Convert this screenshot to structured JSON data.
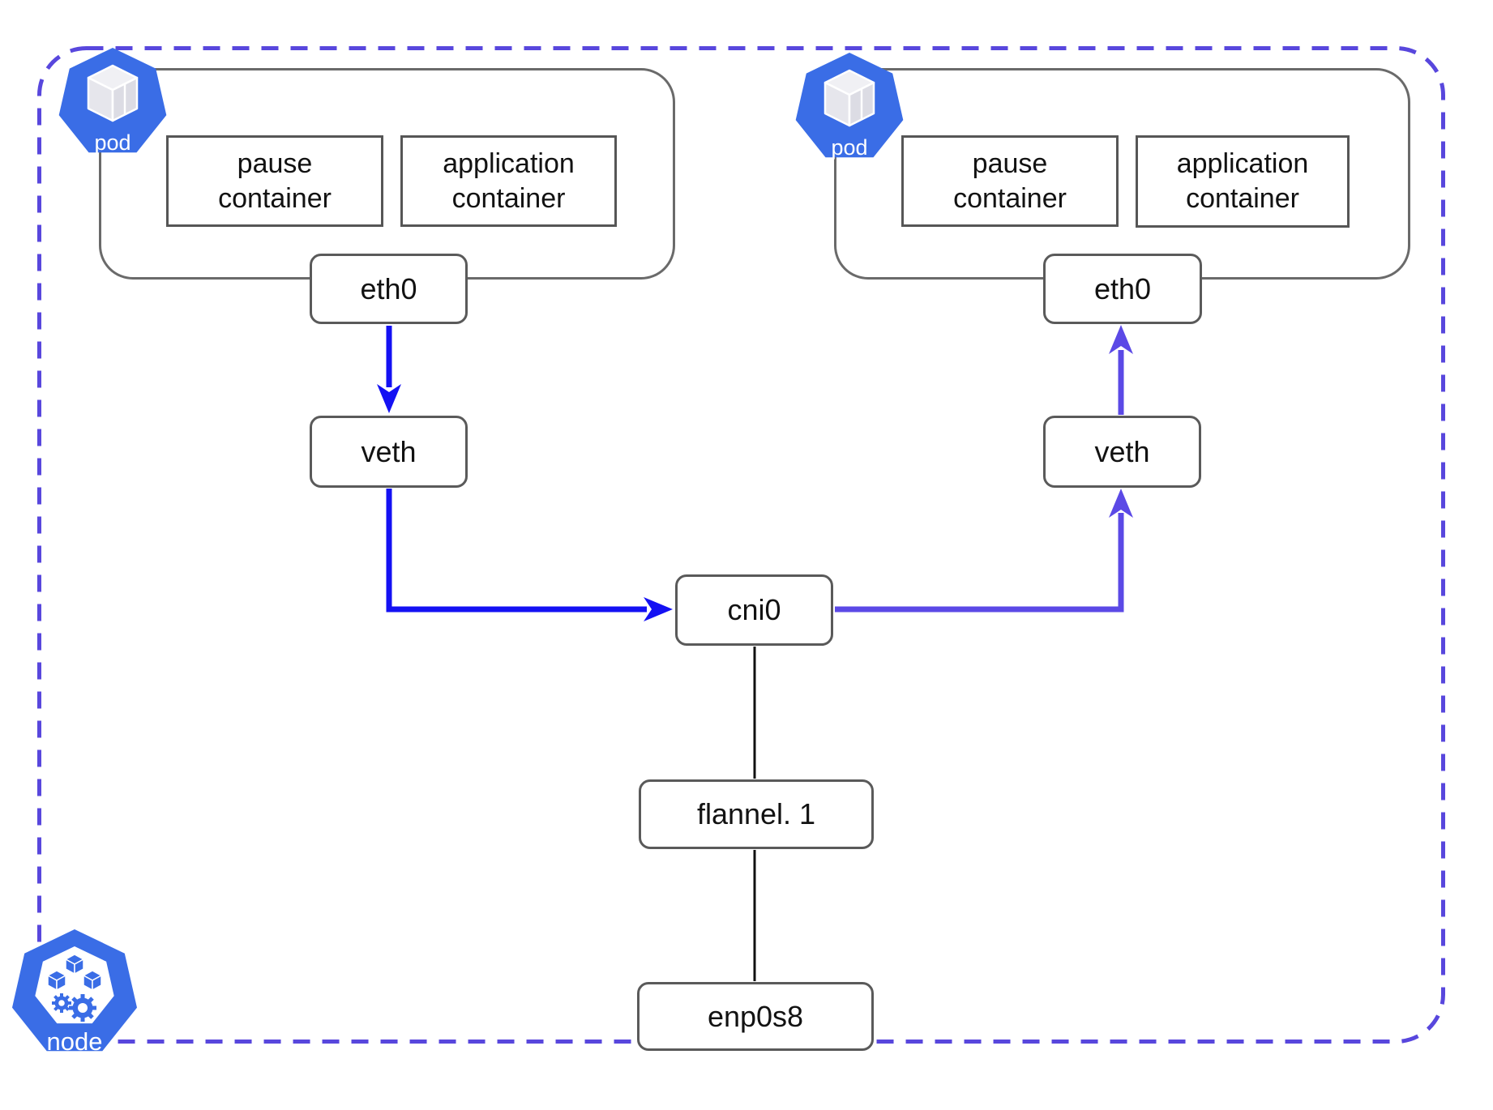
{
  "diagram": {
    "title_semantic": "kubernetes pod networking on a node",
    "node": {
      "icon_label": "node"
    },
    "pods": [
      {
        "icon_label": "pod",
        "containers": [
          {
            "label": "pause container"
          },
          {
            "label": "application container"
          }
        ],
        "eth_label": "eth0",
        "veth_label": "veth"
      },
      {
        "icon_label": "pod",
        "containers": [
          {
            "label": "pause container"
          },
          {
            "label": "application container"
          }
        ],
        "eth_label": "eth0",
        "veth_label": "veth"
      }
    ],
    "bridge_label": "cni0",
    "flannel_label": "flannel. 1",
    "host_if_label": "enp0s8"
  },
  "colors": {
    "node_border_dashed": "#5847dd",
    "egress_arrow_blue": "#1411f3",
    "ingress_arrow_purple": "#5b49e6",
    "kubernetes_blue": "#3a6de6",
    "box_border_gray": "#5a5a5a",
    "connector_black": "#111111"
  }
}
